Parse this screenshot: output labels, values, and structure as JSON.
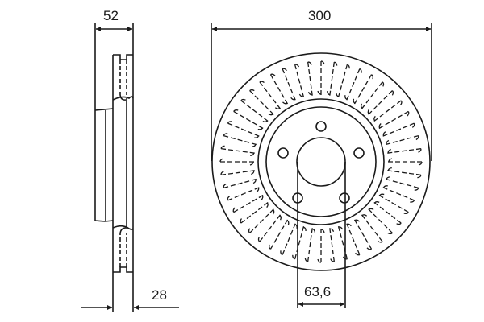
{
  "drawing": {
    "title": "Brake disc technical drawing",
    "line_color": "#1a1a1a",
    "background": "#ffffff"
  },
  "dimensions": {
    "overall_thickness": {
      "label": "52",
      "unit": "mm"
    },
    "minimum_thickness": {
      "label": "28",
      "unit": "mm"
    },
    "outer_diameter": {
      "label": "300",
      "unit": "mm"
    },
    "center_bore_diameter": {
      "label": "63,6",
      "unit": "mm"
    }
  },
  "features": {
    "bolt_holes": 5,
    "ventilation": "vented",
    "vane_count": 48
  }
}
